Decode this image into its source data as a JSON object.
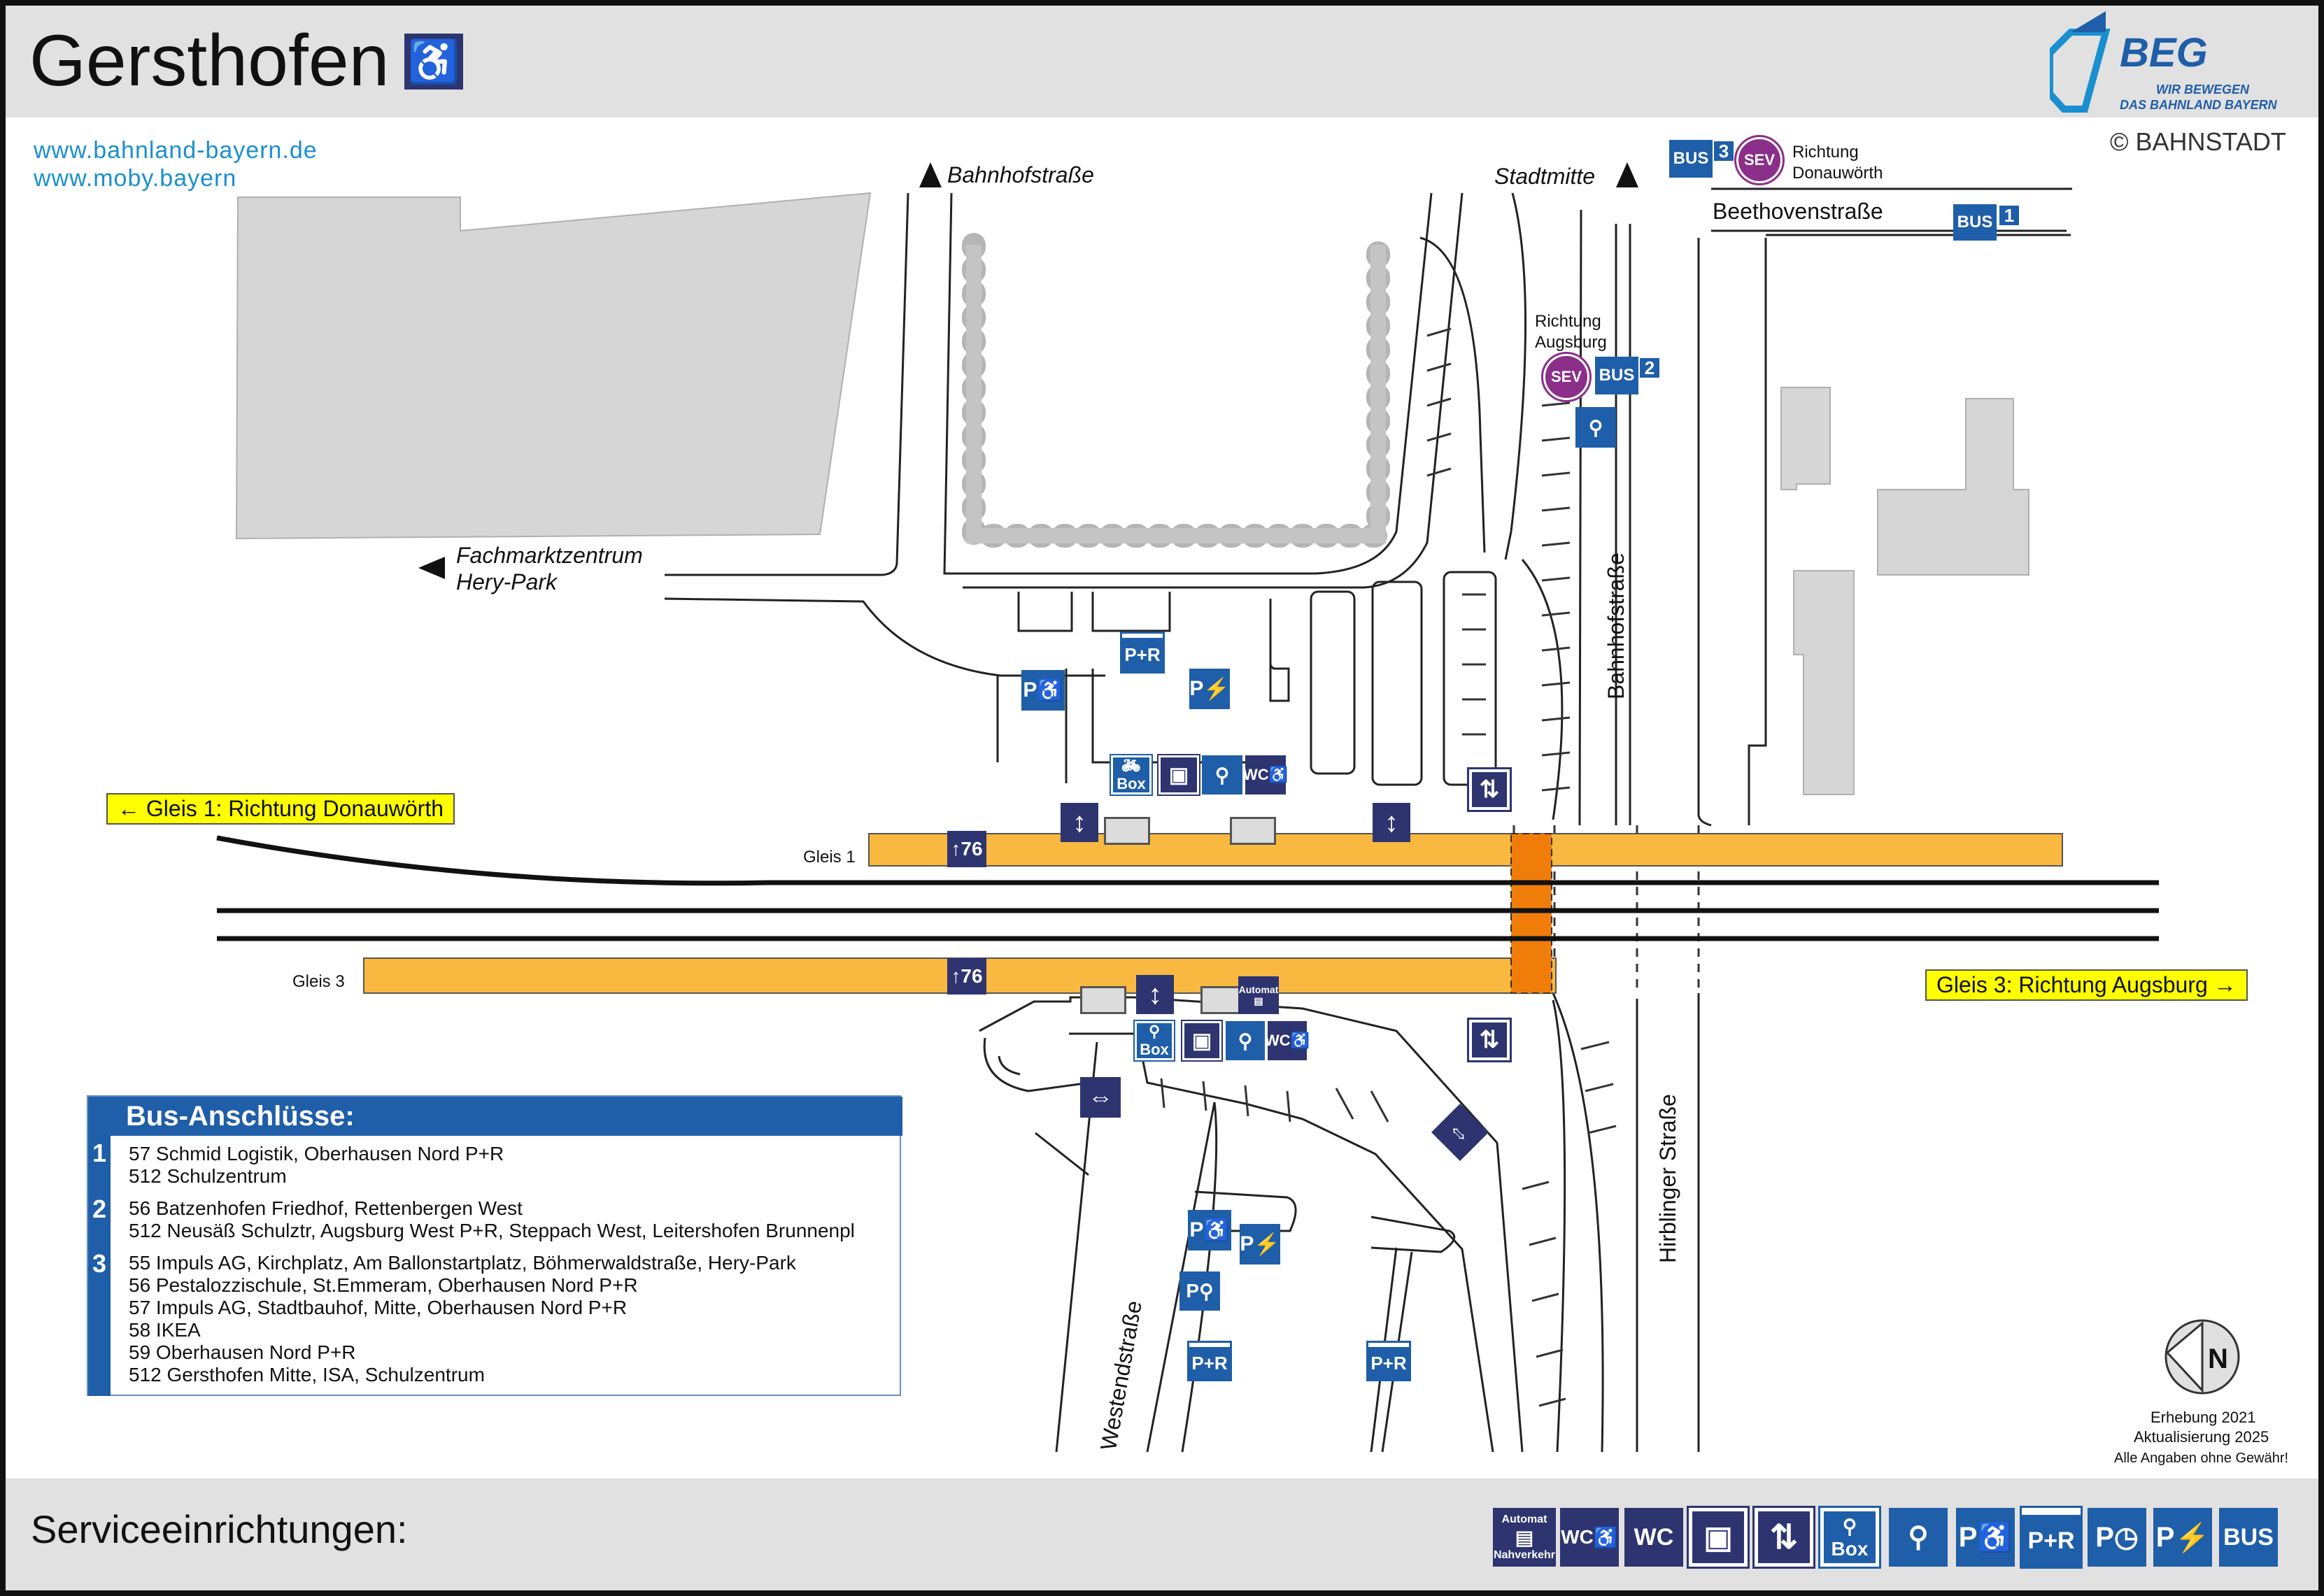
{
  "header": {
    "title": "Gersthofen",
    "logo_text": "BEG",
    "logo_tagline_1": "WIR BEWEGEN",
    "logo_tagline_2": "DAS BAHNLAND BAYERN",
    "copyright": "© BAHNSTADT"
  },
  "links": {
    "url_1": "www.bahnland-bayern.de",
    "url_2": "www.moby.bayern"
  },
  "map": {
    "north_left_label": "Bahnhofstraße",
    "north_right_label": "Stadtmitte",
    "west_label_1": "Fachmarktzentrum",
    "west_label_2": "Hery-Park",
    "bus_top_direction_1": "Richtung",
    "bus_top_direction_2": "Donauwörth",
    "beethoven_street": "Beethovenstraße",
    "augsburg_direction_1": "Richtung",
    "augsburg_direction_2": "Augsburg",
    "bahnhofstrasse_vertical": "Bahnhofstraße",
    "hirblinger_strasse": "Hirblinger Straße",
    "westendstrasse": "Westendstraße",
    "track_1_label": "Gleis 1",
    "track_3_label": "Gleis 3",
    "track_1_direction": "Gleis 1: Richtung Donauwörth",
    "track_3_direction": "Gleis 3: Richtung Augsburg",
    "platform_height": "76",
    "bus_label": "BUS",
    "sev_label": "SEV",
    "bus_1": "1",
    "bus_2": "2",
    "bus_3": "3",
    "pr_label": "P+R",
    "p_label": "P",
    "box_label": "Box",
    "wc_label": "WC",
    "automat_label": "Automat"
  },
  "bus_connections": {
    "header": "Bus-Anschlüsse:",
    "groups": [
      {
        "number": "1",
        "lines": [
          "57 Schmid Logistik, Oberhausen Nord P+R",
          "512 Schulzentrum"
        ]
      },
      {
        "number": "2",
        "lines": [
          "56 Batzenhofen Friedhof, Rettenbergen West",
          "512 Neusäß Schulztr, Augsburg West P+R, Steppach West, Leitershofen Brunnenpl"
        ]
      },
      {
        "number": "3",
        "lines": [
          "55 Impuls AG, Kirchplatz, Am Ballonstartplatz, Böhmerwaldstraße, Hery-Park",
          "56 Pestalozzischule, St.Emmeram, Oberhausen Nord P+R",
          "57 Impuls AG, Stadtbauhof, Mitte, Oberhausen Nord P+R",
          "58 IKEA",
          "59 Oberhausen Nord P+R",
          "512 Gersthofen Mitte, ISA, Schulzentrum"
        ]
      }
    ]
  },
  "footer": {
    "survey": "Erhebung 2021",
    "update": "Aktualisierung 2025",
    "disclaimer": "Alle Angaben ohne Gewähr!",
    "services_label": "Serviceeinrichtungen:",
    "legend": {
      "automat_top": "Automat",
      "automat_bottom": "Nahverkehr",
      "wc_accessible": "WC",
      "wc": "WC",
      "box": "Box",
      "p": "P",
      "pr": "P+R",
      "bus": "BUS"
    }
  },
  "colors": {
    "platform": "#f9b840",
    "crossing": "#f07d0a",
    "icon_blue": "#1f5ea8",
    "icon_navy": "#2e3470",
    "sev_purple": "#8b2f8a",
    "building_gray": "#d6d6d6",
    "sign_yellow": "#ffff00"
  }
}
